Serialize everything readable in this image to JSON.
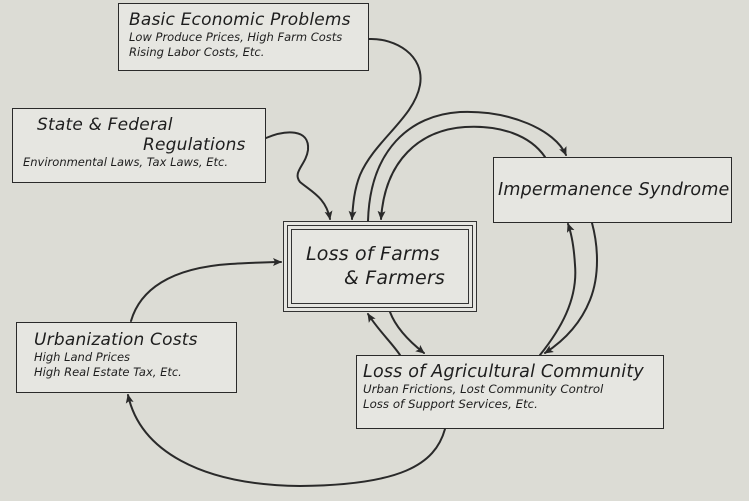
{
  "diagram": {
    "colors": {
      "background": "#dcdcd5",
      "box_fill": "#e6e6e1",
      "ink": "#2a2a2a"
    },
    "nodes": {
      "basic": {
        "title": "Basic Economic Problems",
        "lines": [
          "Low Produce Prices, High Farm Costs",
          "Rising Labor Costs, Etc."
        ]
      },
      "state": {
        "title_line1": "State & Federal",
        "title_line2": "Regulations",
        "lines": [
          "Environmental Laws, Tax Laws, Etc."
        ]
      },
      "impermanence": {
        "title": "Impermanence Syndrome"
      },
      "central": {
        "title_line1": "Loss of Farms",
        "title_line2": "& Farmers"
      },
      "urbanization": {
        "title": "Urbanization Costs",
        "lines": [
          "High Land Prices",
          "High Real Estate Tax, Etc."
        ]
      },
      "agricultural": {
        "title": "Loss of Agricultural Community",
        "lines": [
          "Urban Frictions, Lost Community Control",
          "Loss of Support Services, Etc."
        ]
      }
    },
    "edges": [
      {
        "from": "Basic Economic Problems",
        "to": "Loss of Farms & Farmers"
      },
      {
        "from": "State & Federal Regulations",
        "to": "Loss of Farms & Farmers"
      },
      {
        "from": "Urbanization Costs",
        "to": "Loss of Farms & Farmers"
      },
      {
        "from": "Loss of Farms & Farmers",
        "to": "Impermanence Syndrome"
      },
      {
        "from": "Impermanence Syndrome",
        "to": "Loss of Farms & Farmers"
      },
      {
        "from": "Loss of Farms & Farmers",
        "to": "Loss of Agricultural Community"
      },
      {
        "from": "Loss of Agricultural Community",
        "to": "Loss of Farms & Farmers"
      },
      {
        "from": "Impermanence Syndrome",
        "to": "Loss of Agricultural Community"
      },
      {
        "from": "Loss of Agricultural Community",
        "to": "Impermanence Syndrome"
      },
      {
        "from": "Loss of Agricultural Community",
        "to": "Urbanization Costs"
      }
    ]
  }
}
